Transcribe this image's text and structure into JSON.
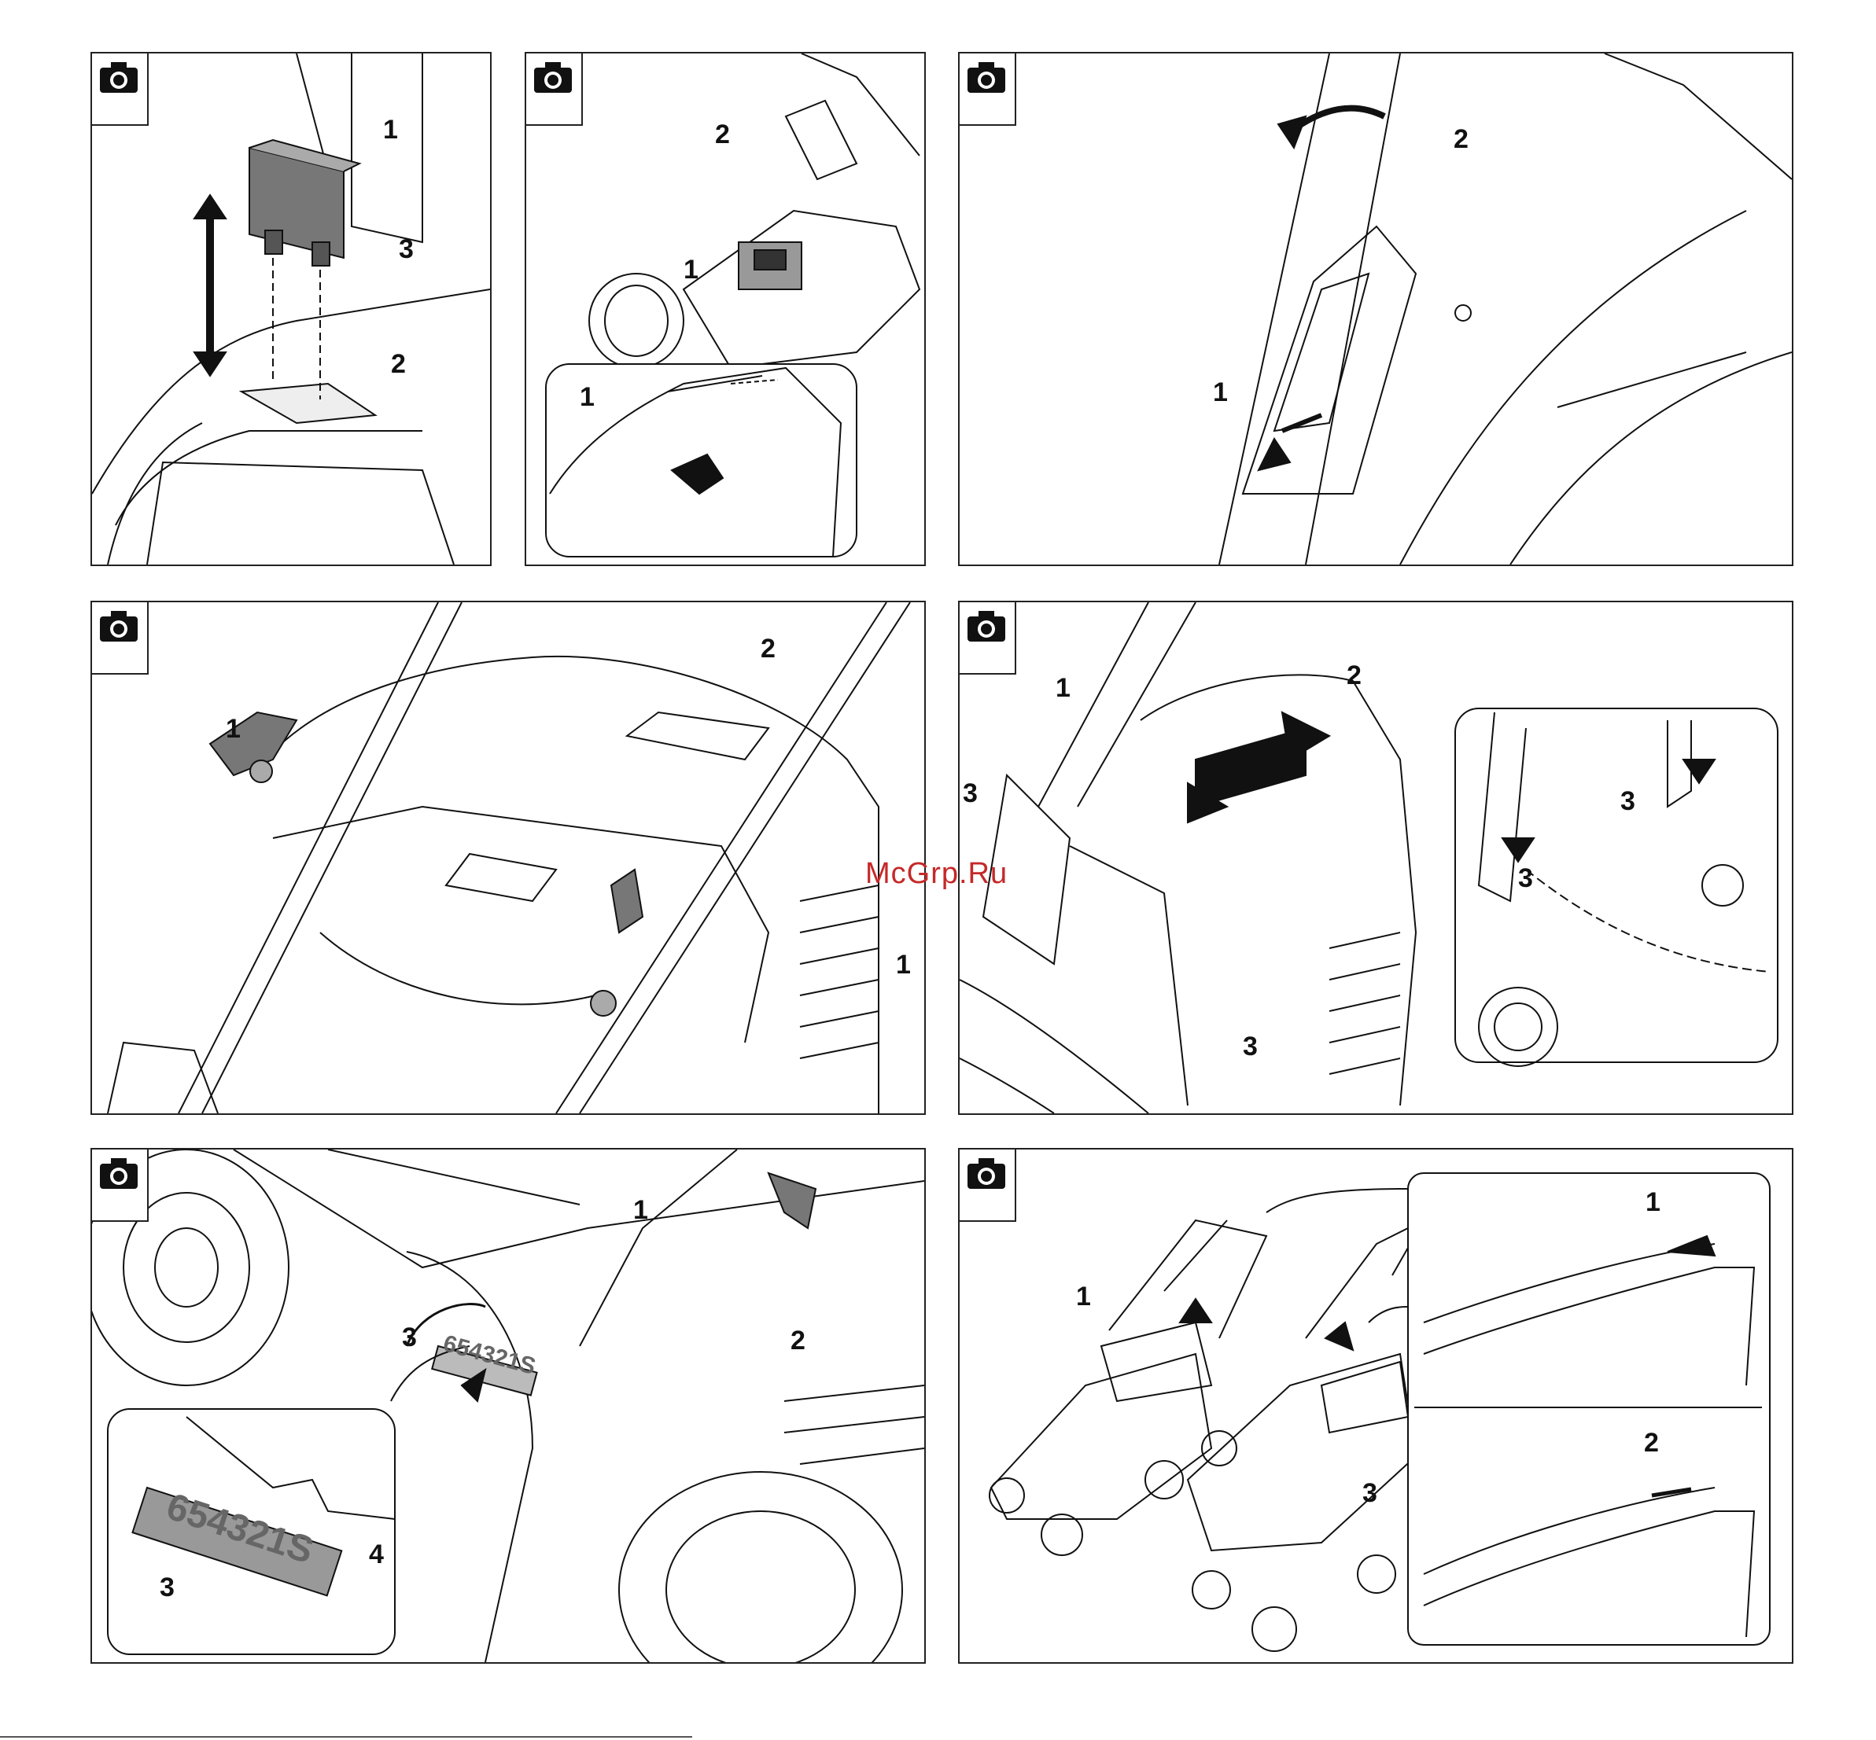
{
  "watermark": "McGrp.Ru",
  "scale_main": "654321S",
  "scale_zoom": "654321S",
  "panels": [
    {
      "id": "p1",
      "callouts": [
        "1",
        "3",
        "2"
      ]
    },
    {
      "id": "p2",
      "callouts": [
        "2",
        "1",
        "1"
      ]
    },
    {
      "id": "p3",
      "callouts": [
        "2",
        "1"
      ]
    },
    {
      "id": "p4",
      "callouts": [
        "2",
        "1",
        "1"
      ]
    },
    {
      "id": "p5",
      "callouts": [
        "1",
        "2",
        "3",
        "3",
        "3",
        "3"
      ]
    },
    {
      "id": "p6",
      "callouts": [
        "1",
        "3",
        "2",
        "3",
        "4"
      ]
    },
    {
      "id": "p7",
      "callouts": [
        "1",
        "2",
        "1",
        "3"
      ]
    }
  ],
  "icons": {
    "camera": "camera-icon"
  }
}
